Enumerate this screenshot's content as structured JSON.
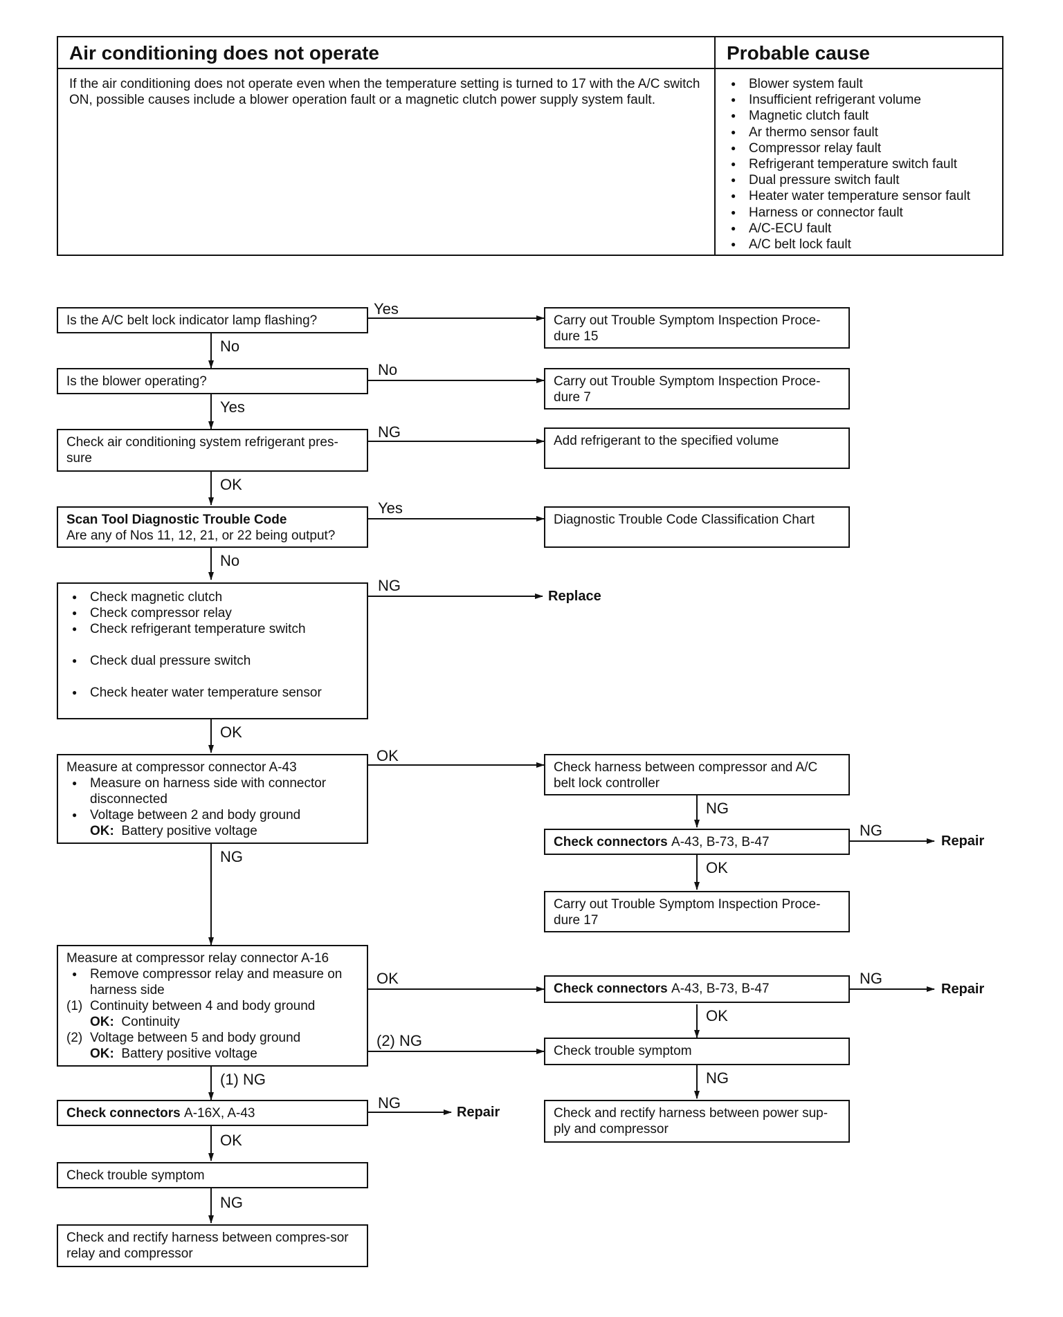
{
  "header": {
    "title": "Air conditioning does not operate",
    "cause_title": "Probable cause",
    "description": "If the air conditioning does not operate even when the temperature setting is turned to 17 with the A/C switch ON, possible causes include a blower operation fault or a magnetic clutch power supply system fault.",
    "causes": [
      "Blower system fault",
      "Insufficient refrigerant volume",
      "Magnetic clutch fault",
      "Ar thermo sensor fault",
      "Compressor relay fault",
      "Refrigerant temperature switch fault",
      "Dual pressure switch fault",
      "Heater water temperature sensor fault",
      "Harness or connector fault",
      "A/C-ECU fault",
      "A/C belt lock fault"
    ]
  },
  "flow": {
    "q1": "Is the A/C belt lock indicator lamp flashing?",
    "q1_yes": "Yes",
    "q1_no": "No",
    "r1": "Carry out Trouble Symptom Inspection Proce-dure 15",
    "q2": "Is the blower operating?",
    "q2_no": "No",
    "q2_yes": "Yes",
    "r2": "Carry out Trouble Symptom Inspection Proce-dure 7",
    "q3": "Check air conditioning system refrigerant pres-sure",
    "q3_ng": "NG",
    "q3_ok": "OK",
    "r3": "Add refrigerant to the specified volume",
    "q4_bold": "Scan Tool Diagnostic Trouble Code",
    "q4": "Are any of Nos 11, 12, 21, or 22 being output?",
    "q4_yes": "Yes",
    "q4_no": "No",
    "r4": "Diagnostic Trouble Code Classification Chart",
    "q5_items": [
      "Check magnetic clutch",
      "Check compressor relay",
      "Check refrigerant temperature switch",
      "Check dual pressure switch",
      "Check heater water temperature sensor"
    ],
    "q5_ng": "NG",
    "q5_ok": "OK",
    "r5": "Replace",
    "q6_title": "Measure at compressor connector A-43",
    "q6_item1": "Measure on harness side with connector disconnected",
    "q6_item2": "Voltage between 2 and body ground",
    "q6_ok_label": "OK:",
    "q6_ok_value": "Battery positive voltage",
    "q6_ok": "OK",
    "q6_ng": "NG",
    "r6": "Check harness between compressor and A/C belt lock controller",
    "r6_ng": "NG",
    "r7_bold": "Check connectors",
    "r7": "A-43, B-73, B-47",
    "r7_ng": "NG",
    "r7_repair": "Repair",
    "r7_ok": "OK",
    "r8": "Carry out Trouble Symptom Inspection Proce-dure 17",
    "q7_title": "Measure at compressor relay connector A-16",
    "q7_item1": "Remove compressor relay and measure on harness side",
    "q7_n1": "(1)",
    "q7_item2": "Continuity between 4 and body ground",
    "q7_ok1_label": "OK:",
    "q7_ok1_value": "Continuity",
    "q7_n2": "(2)",
    "q7_item3": "Voltage between 5 and body ground",
    "q7_ok2_label": "OK:",
    "q7_ok2_value": "Battery positive voltage",
    "q7_ok": "OK",
    "q7_2ng": "(2) NG",
    "q7_1ng": "(1) NG",
    "r9_bold": "Check connectors",
    "r9": "A-43, B-73, B-47",
    "r9_ng": "NG",
    "r9_repair": "Repair",
    "r9_ok": "OK",
    "r10": "Check trouble symptom",
    "r10_ng": "NG",
    "r11": "Check and rectify harness between power sup-ply and compressor",
    "q8_bold": "Check connectors",
    "q8": "A-16X, A-43",
    "q8_ng": "NG",
    "q8_repair": "Repair",
    "q8_ok": "OK",
    "q9": "Check trouble symptom",
    "q9_ng": "NG",
    "q10": "Check and rectify harness between compres-sor relay and compressor"
  }
}
